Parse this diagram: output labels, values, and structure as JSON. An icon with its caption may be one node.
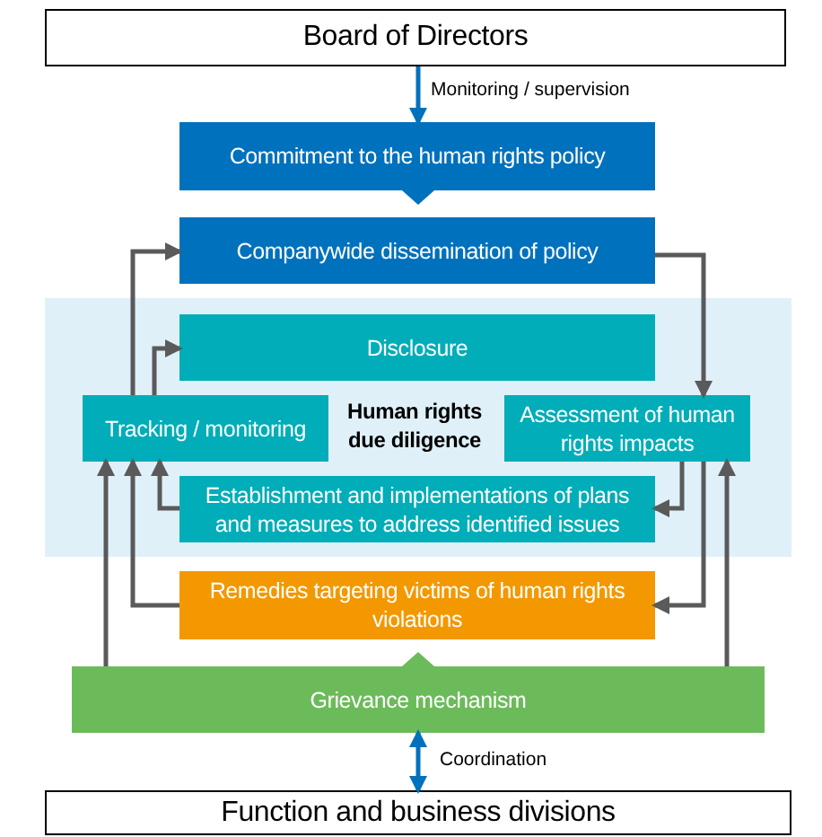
{
  "diagram": {
    "nodes": [
      {
        "text": [
          "Board of Directors"
        ]
      },
      {
        "text": [
          "Commitment to the human rights policy"
        ]
      },
      {
        "text": [
          "Companywide dissemination of policy"
        ]
      },
      {
        "text": [
          "Human rights due diligence"
        ]
      },
      {
        "text": [
          "Disclosure"
        ],
        "in": 3
      },
      {
        "text": [
          "Tracking / monitoring"
        ],
        "in": 3
      },
      {
        "text": [
          "Assessment of human rights impacts"
        ],
        "in": 3
      },
      {
        "text": [
          "Establishment and implementations of plans and measures to address identified issues"
        ],
        "in": 3
      },
      {
        "text": [
          "Remedies targeting victims of human rights violations"
        ]
      },
      {
        "text": [
          "Grievance mechanism"
        ]
      },
      {
        "text": [
          "Function and business divisions"
        ]
      }
    ],
    "edges": [
      {
        "from": 0,
        "to": 1,
        "arrow": "to",
        "label": "Monitoring / supervision",
        "color": "#0071bc"
      },
      {
        "from": 1,
        "to": 2,
        "arrow": "to",
        "color": "#0071bc"
      },
      {
        "from": 2,
        "to": 6,
        "arrow": "to"
      },
      {
        "from": 6,
        "to": 7,
        "arrow": "to"
      },
      {
        "from": 6,
        "to": 8,
        "arrow": "to"
      },
      {
        "from": 9,
        "to": 6,
        "arrow": "to"
      },
      {
        "from": 7,
        "to": 5,
        "arrow": "to"
      },
      {
        "from": 8,
        "to": 5,
        "arrow": "to"
      },
      {
        "from": 9,
        "to": 5,
        "arrow": "to"
      },
      {
        "from": 5,
        "to": 2,
        "arrow": "to"
      },
      {
        "from": 5,
        "to": 4,
        "arrow": "to"
      },
      {
        "from": 9,
        "to": 8,
        "arrow": "to",
        "color": "#6cbb5a"
      },
      {
        "from": 9,
        "to": 10,
        "arrow": "both",
        "label": "Coordination",
        "color": "#0071bc"
      }
    ]
  }
}
